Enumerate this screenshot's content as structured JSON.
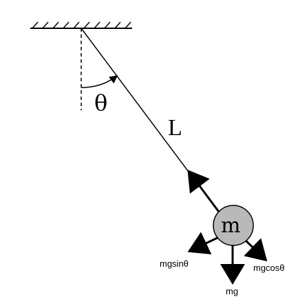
{
  "diagram": {
    "angle_label": "θ",
    "length_label": "L",
    "mass_label": "m",
    "forces": {
      "tangential": "mgsinθ",
      "weight": "mg",
      "radial": "mgcosθ"
    },
    "colors": {
      "line": "#000000",
      "bob_fill": "#b9b9b9",
      "bob_stroke": "#000000"
    }
  }
}
